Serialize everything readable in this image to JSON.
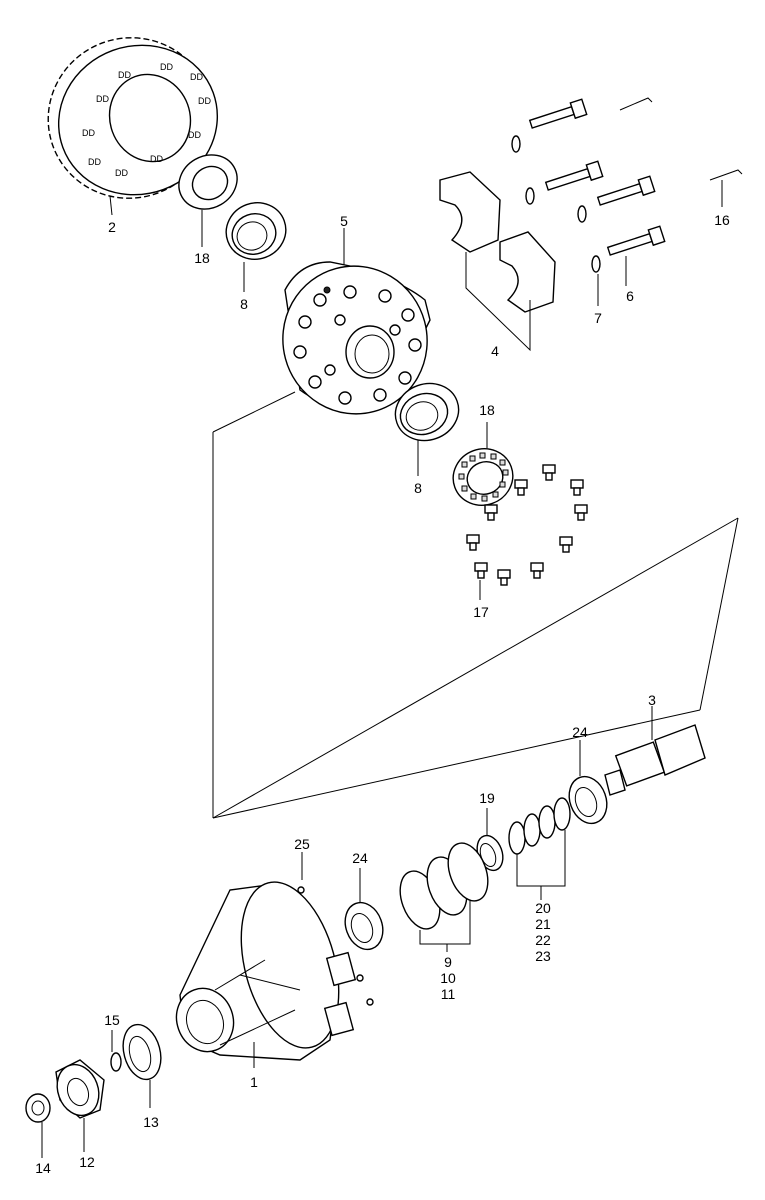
{
  "callouts": {
    "c1": "1",
    "c2": "2",
    "c3": "3",
    "c4": "4",
    "c5": "5",
    "c6": "6",
    "c7": "7",
    "c8a": "8",
    "c8b": "8",
    "c9": "9",
    "c10": "10",
    "c11": "11",
    "c12": "12",
    "c13": "13",
    "c14": "14",
    "c15": "15",
    "c16": "16",
    "c17": "17",
    "c18a": "18",
    "c18b": "18",
    "c19": "19",
    "c20": "20",
    "c21": "21",
    "c22": "22",
    "c23": "23",
    "c24a": "24",
    "c24b": "24",
    "c25": "25"
  },
  "gear_tooth_mark": "DD"
}
